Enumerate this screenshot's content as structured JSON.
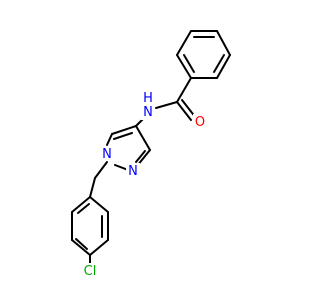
{
  "molecule": {
    "atoms": {
      "o": {
        "text": "O",
        "color": "#ff0000"
      },
      "n_amide": {
        "text": "N",
        "color": "#0000ff"
      },
      "h_amide": {
        "text": "H",
        "color": "#0000ff"
      },
      "n1": {
        "text": "N",
        "color": "#0000ff"
      },
      "n2": {
        "text": "N",
        "color": "#0000ff"
      },
      "cl": {
        "text": "Cl",
        "color": "#00aa00"
      }
    },
    "bond_color": "#000000"
  }
}
